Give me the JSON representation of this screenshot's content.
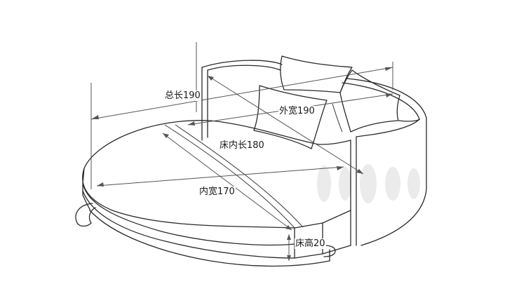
{
  "labels": {
    "total_length": "总长190",
    "outer_width": "外宽190",
    "inner_length": "床内长180",
    "inner_width": "内宽170",
    "bed_height": "床高20"
  }
}
